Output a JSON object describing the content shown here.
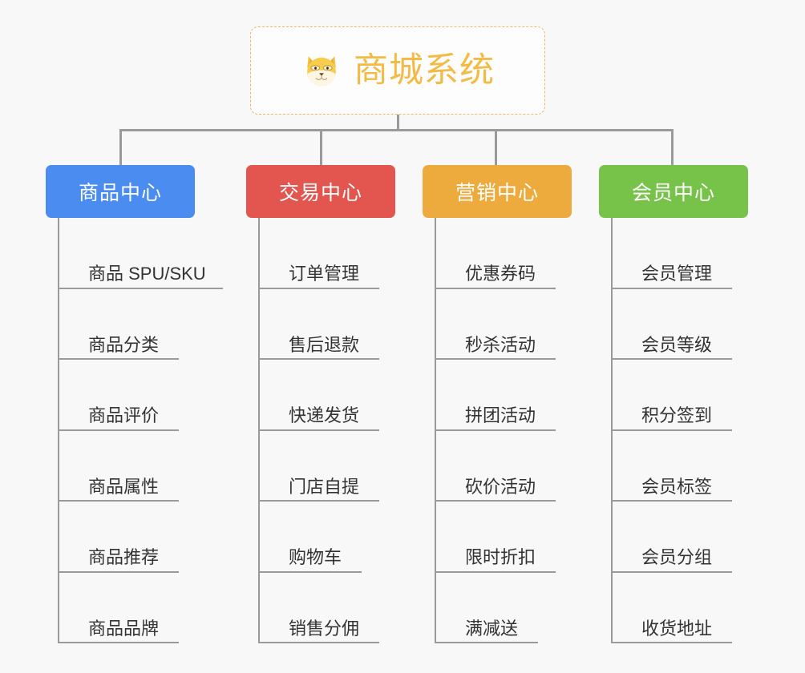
{
  "diagram": {
    "title": "商城系统",
    "background_color": "#f8f8f8",
    "root": {
      "label": "商城系统",
      "icon": "shiba-inu-dog-face-icon",
      "text_color": "#f3bb45",
      "border_color": "#e8b964",
      "background_color": "#fdfdfd"
    },
    "connector_color": "#9a9a9a",
    "categories": [
      {
        "label": "商品中心",
        "color": "#4a8cf0",
        "children": [
          "商品 SPU/SKU",
          "商品分类",
          "商品评价",
          "商品属性",
          "商品推荐",
          "商品品牌"
        ]
      },
      {
        "label": "交易中心",
        "color": "#e2564f",
        "children": [
          "订单管理",
          "售后退款",
          "快递发货",
          "门店自提",
          "购物车",
          "销售分佣"
        ]
      },
      {
        "label": "营销中心",
        "color": "#eeab3d",
        "children": [
          "优惠券码",
          "秒杀活动",
          "拼团活动",
          "砍价活动",
          "限时折扣",
          "满减送"
        ]
      },
      {
        "label": "会员中心",
        "color": "#77c council",
        "children": [
          "会员管理",
          "会员等级",
          "积分签到",
          "会员标签",
          "会员分组",
          "收货地址"
        ]
      }
    ]
  }
}
